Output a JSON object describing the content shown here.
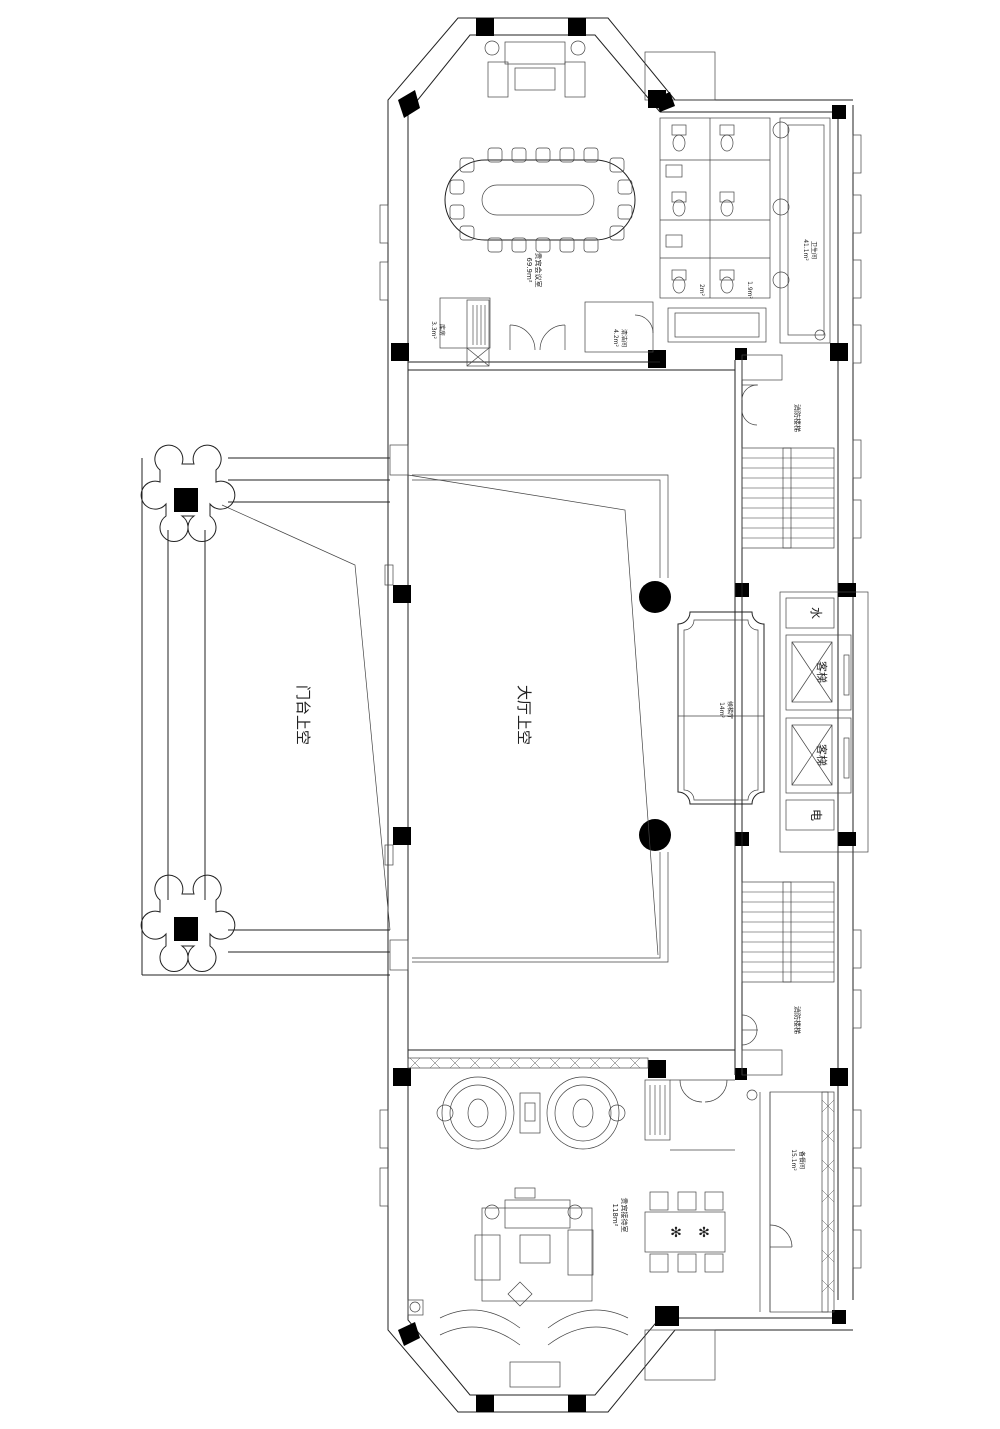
{
  "labels": {
    "hall_void": "大厅上空",
    "porch_void": "门台上空",
    "meeting_room": "贵宾会议室",
    "meeting_area": "69.9m²",
    "restroom": "卫生间",
    "restroom_area": "41.1m²",
    "stair_upper": "消防楼梯",
    "stair_lower": "消防楼梯",
    "elevator_lobby": "候梯厅",
    "elevator_area": "14m²",
    "elevator_a": "客梯",
    "elevator_b": "客梯",
    "water_shaft": "水",
    "elec_shaft": "电",
    "vip_reception": "贵宾接待室",
    "vip_area": "118m²",
    "pantry": "备餐间",
    "pantry_area": "15.1m²",
    "storage": "库房",
    "storage_area": "3.3m²",
    "cleaning": "清洁间",
    "cleaning_area": "4.2m²",
    "wc1_area": "2m²",
    "wc2_area": "1.9m²"
  }
}
